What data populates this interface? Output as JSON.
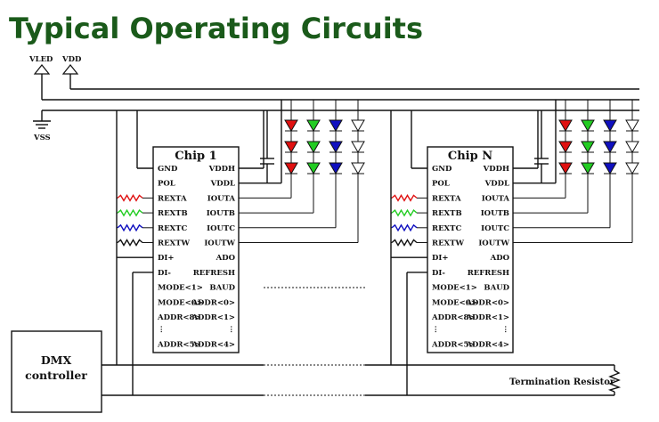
{
  "title": "Typical Operating Circuits",
  "colors": {
    "title": "#1a5a1a",
    "red": "#e01010",
    "green": "#22cc22",
    "blue": "#1010c0",
    "white": "#ffffff"
  },
  "supply": {
    "vled": "VLED",
    "vdd": "VDD",
    "vss": "VSS"
  },
  "chips": [
    {
      "name": "Chip 1",
      "left_pins": [
        "GND",
        "POL",
        "REXTA",
        "REXTB",
        "REXTC",
        "REXTW",
        "DI+",
        "DI-",
        "MODE<1>",
        "MODE<0>",
        "ADDR<8>",
        "⋮",
        "ADDR<5>"
      ],
      "right_pins": [
        "VDDH",
        "VDDL",
        "IOUTA",
        "IOUTB",
        "IOUTC",
        "IOUTW",
        "ADO",
        "REFRESH",
        "BAUD",
        "ADDR<0>",
        "ADDR<1>",
        "⋮",
        "ADDR<4>"
      ]
    },
    {
      "name": "Chip N",
      "left_pins": [
        "GND",
        "POL",
        "REXTA",
        "REXTB",
        "REXTC",
        "REXTW",
        "DI+",
        "DI-",
        "MODE<1>",
        "MODE<0>",
        "ADDR<8>",
        "⋮",
        "ADDR<5>"
      ],
      "right_pins": [
        "VDDH",
        "VDDL",
        "IOUTA",
        "IOUTB",
        "IOUTC",
        "IOUTW",
        "ADO",
        "REFRESH",
        "BAUD",
        "ADDR<0>",
        "ADDR<1>",
        "⋮",
        "ADDR<4>"
      ]
    }
  ],
  "controller": {
    "line1": "DMX",
    "line2": "controller"
  },
  "termination": "Termination Resistor",
  "resistor_colors": [
    "red",
    "green",
    "blue",
    "black"
  ],
  "led_column_colors": [
    "red",
    "green",
    "blue",
    "white"
  ]
}
